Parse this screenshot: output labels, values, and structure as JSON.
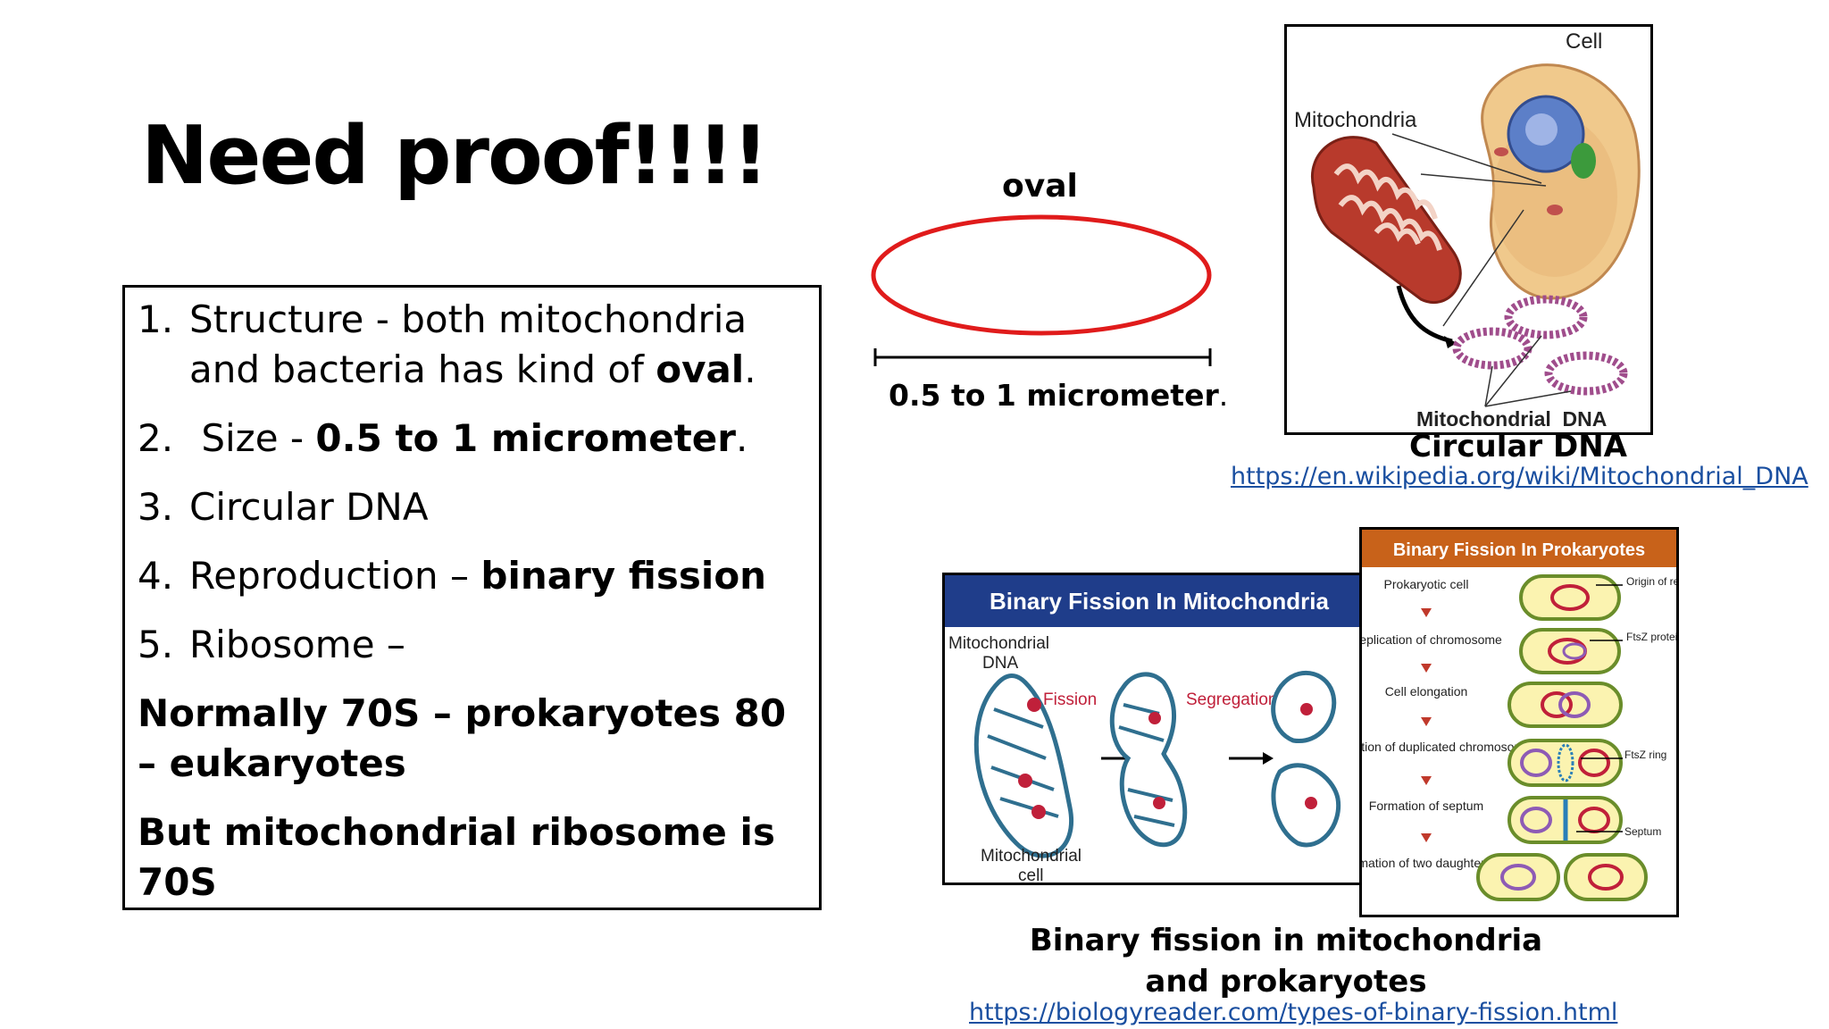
{
  "slide": {
    "title": "Need proof!!!!",
    "list": [
      {
        "num": "1.",
        "pre": "Structure - both mitochondria and bacteria has kind of ",
        "bold": "oval",
        "post": "."
      },
      {
        "num": "2.",
        "pre": " Size - ",
        "bold": "0.5 to 1 micrometer",
        "post": "."
      },
      {
        "num": "3.",
        "pre": "Circular DNA",
        "bold": "",
        "post": ""
      },
      {
        "num": "4.",
        "pre": "Reproduction – ",
        "bold": "binary fission",
        "post": ""
      },
      {
        "num": "5.",
        "pre": "Ribosome –",
        "bold": "",
        "post": ""
      }
    ],
    "para1": "Normally 70S – prokaryotes  80 – eukaryotes",
    "para2": "But mitochondrial ribosome is 70S"
  },
  "oval_figure": {
    "label": "oval",
    "scale_label": "0.5 to 1 micrometer",
    "scale_suffix": ".",
    "oval_color": "#e01b1b"
  },
  "cell_figure": {
    "cell_label": "Cell",
    "mito_label": "Mitochondria",
    "dna_label": "Mitochondrial  DNA",
    "caption": "Circular DNA",
    "link": "https://en.wikipedia.org/wiki/Mitochondrial_DNA"
  },
  "mito_fission_figure": {
    "header": "Binary Fission In Mitochondria",
    "header_color": "#1f3d8a",
    "dna_label": "Mitochondrial DNA",
    "fission_label": "Fission",
    "segregation_label": "Segregation",
    "cell_label": "Mitochondrial cell"
  },
  "prok_fission_figure": {
    "header": "Binary Fission In Prokaryotes",
    "header_color": "#c8621a",
    "steps": [
      "Prokaryotic cell",
      "Replication of chromosome",
      "Cell elongation",
      "Separation of duplicated chromosome",
      "Formation of septum",
      "Formation of two daughter cells"
    ],
    "side_labels": [
      "Origin of replication",
      "FtsZ protein",
      "FtsZ ring",
      "Septum"
    ]
  },
  "bottom_caption": {
    "line1": "Binary fission in mitochondria",
    "line2": "and prokaryotes",
    "link": "https://biologyreader.com/types-of-binary-fission.html"
  }
}
